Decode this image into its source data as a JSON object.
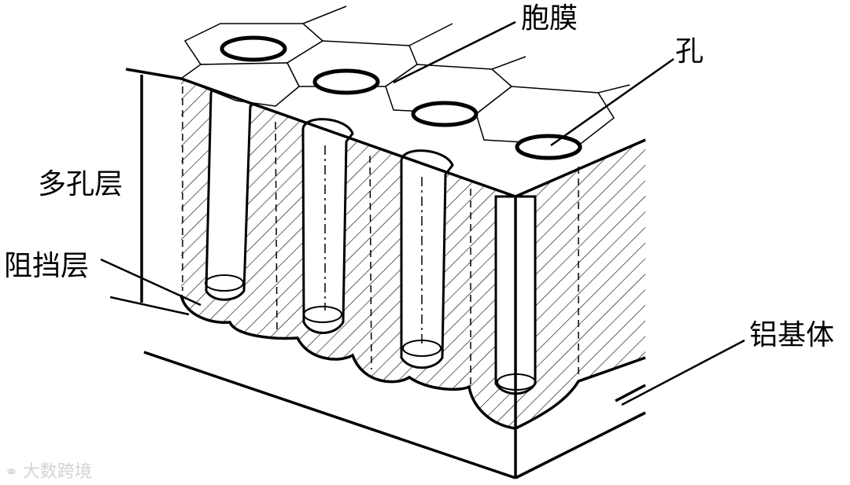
{
  "labels": {
    "membrane": "胞膜",
    "pore": "孔",
    "porous_layer": "多孔层",
    "barrier_layer": "阻挡层",
    "aluminum_substrate": "铝基体"
  },
  "watermark": {
    "icon": "link-circles-icon",
    "text": "大数跨境"
  },
  "colors": {
    "line": "#000000",
    "background": "#ffffff",
    "watermark": "#d3d3d3"
  }
}
